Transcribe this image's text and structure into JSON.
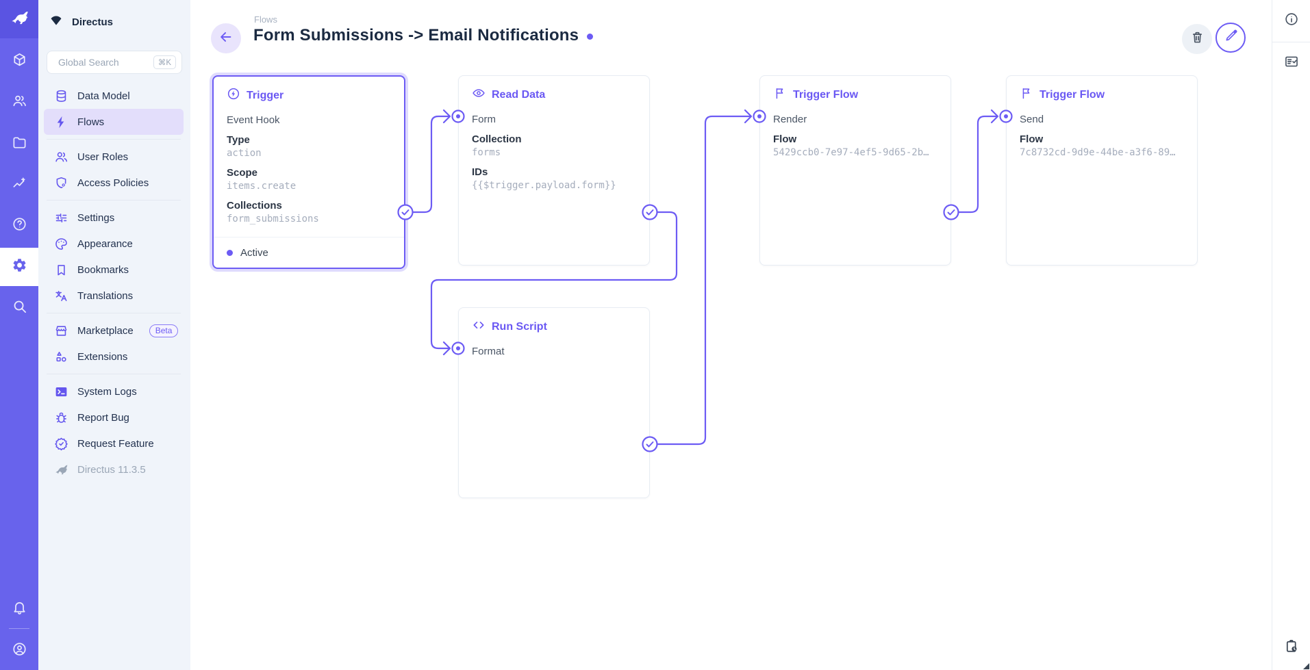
{
  "colors": {
    "accent": "#6C5BF4",
    "module_bar_bg": "#6863EC",
    "logo_tile_bg": "#5A54E2",
    "sidebar_bg": "#F0F4FA",
    "active_nav_bg": "#E3DEFB",
    "title_text": "#1B2A41",
    "mono_value_text": "#A5ADBC"
  },
  "module_bar": {
    "logo": "directus-rabbit-icon",
    "modules": [
      {
        "name": "content",
        "icon": "cube-icon"
      },
      {
        "name": "users",
        "icon": "users-icon"
      },
      {
        "name": "files",
        "icon": "folder-icon"
      },
      {
        "name": "insights",
        "icon": "insights-icon"
      },
      {
        "name": "help",
        "icon": "help-icon"
      },
      {
        "name": "settings",
        "icon": "gear-icon",
        "active": true
      },
      {
        "name": "search",
        "icon": "search-icon"
      }
    ],
    "bottom": [
      {
        "name": "notifications",
        "icon": "bell-icon"
      },
      {
        "name": "account",
        "icon": "avatar-icon"
      }
    ]
  },
  "sidebar": {
    "project_name": "Directus",
    "search": {
      "placeholder": "Global Search",
      "shortcut": "⌘K"
    },
    "groups": [
      [
        {
          "label": "Data Model"
        },
        {
          "label": "Flows",
          "active": true
        }
      ],
      [
        {
          "label": "User Roles"
        },
        {
          "label": "Access Policies"
        }
      ],
      [
        {
          "label": "Settings"
        },
        {
          "label": "Appearance"
        },
        {
          "label": "Bookmarks"
        },
        {
          "label": "Translations"
        }
      ],
      [
        {
          "label": "Marketplace",
          "badge": "Beta"
        },
        {
          "label": "Extensions"
        }
      ],
      [
        {
          "label": "System Logs"
        },
        {
          "label": "Report Bug"
        },
        {
          "label": "Request Feature"
        }
      ]
    ],
    "version": "Directus 11.3.5"
  },
  "header": {
    "breadcrumb": "Flows",
    "title": "Form Submissions -> Email Notifications"
  },
  "flow": {
    "nodes": [
      {
        "type": "Trigger",
        "icon": "bolt-circle-icon",
        "name": "Event Hook",
        "fields": [
          {
            "label": "Type",
            "value": "action"
          },
          {
            "label": "Scope",
            "value": "items.create"
          },
          {
            "label": "Collections",
            "value": "form_submissions"
          }
        ],
        "status": "Active"
      },
      {
        "type": "Read Data",
        "icon": "eye-icon",
        "name": "Form",
        "fields": [
          {
            "label": "Collection",
            "value": "forms"
          },
          {
            "label": "IDs",
            "value": "{{$trigger.payload.form}}"
          }
        ]
      },
      {
        "type": "Trigger Flow",
        "icon": "flag-icon",
        "name": "Render",
        "fields": [
          {
            "label": "Flow",
            "value": "5429ccb0-7e97-4ef5-9d65-2b…"
          }
        ]
      },
      {
        "type": "Trigger Flow",
        "icon": "flag-icon",
        "name": "Send",
        "fields": [
          {
            "label": "Flow",
            "value": "7c8732cd-9d9e-44be-a3f6-89…"
          }
        ]
      },
      {
        "type": "Run Script",
        "icon": "code-icon",
        "name": "Format",
        "fields": []
      }
    ]
  },
  "right_sidebar": {
    "icons": [
      "info-icon",
      "fact-check-icon",
      "pending-actions-icon"
    ]
  }
}
